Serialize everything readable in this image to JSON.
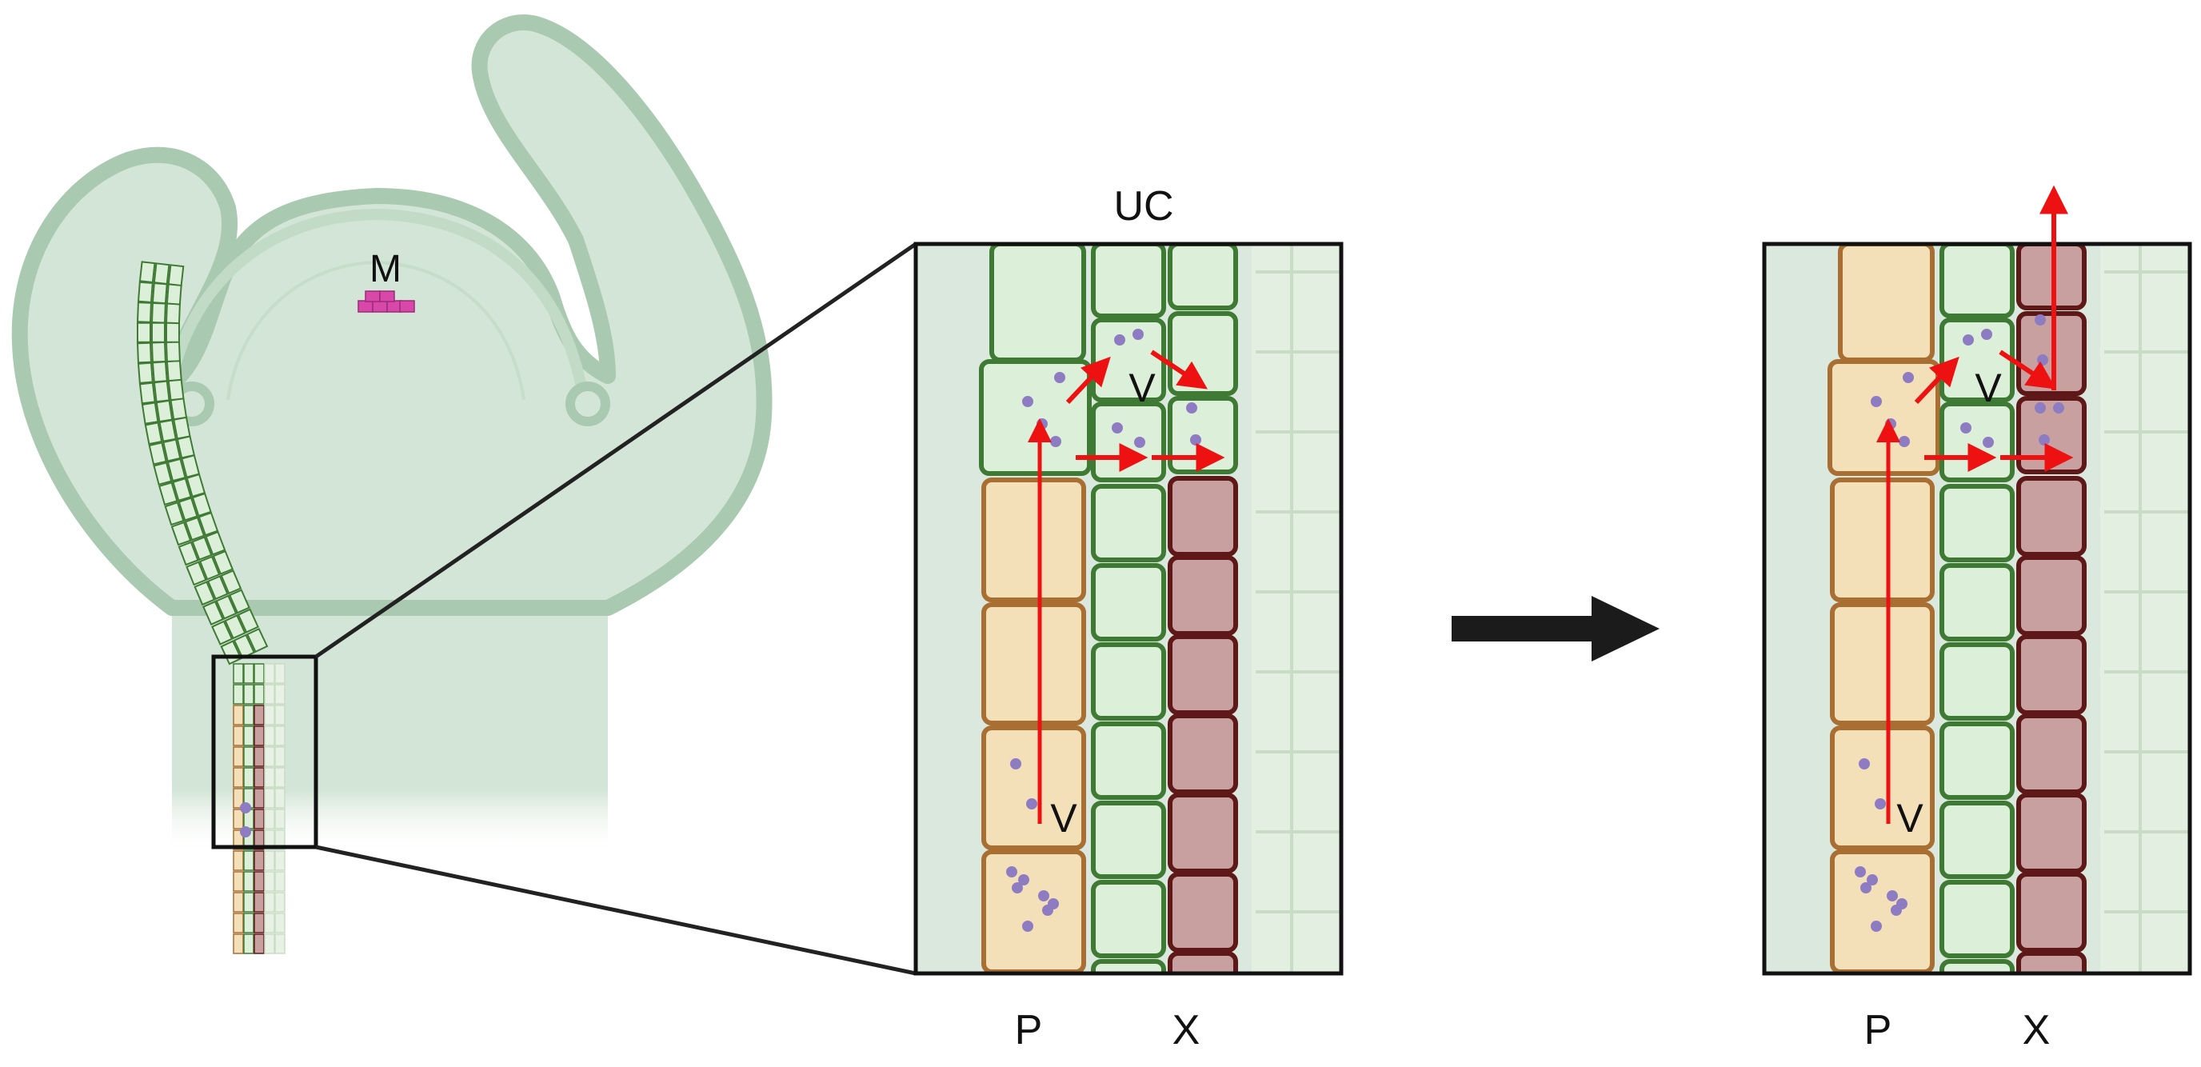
{
  "labels": {
    "meristem": "M",
    "uc": "UC",
    "v_upper_left": "V",
    "v_lower_left": "V",
    "v_upper_right": "V",
    "v_lower_right": "V",
    "p_left": "P",
    "x_left": "X",
    "p_right": "P",
    "x_right": "X"
  },
  "colors": {
    "plant_fill": "#d3e5d6",
    "plant_outline": "#a9c9b0",
    "green_cell_fill": "#dcefd8",
    "green_cell_stroke": "#3f7a34",
    "phloem_fill": "#f3e0b8",
    "phloem_stroke": "#a86e32",
    "xylem_fill": "#c9a0a0",
    "xylem_stroke": "#5e1818",
    "virus": "#8e7cc3",
    "arrow_red": "#ee1111",
    "meristem": "#d848a8",
    "big_arrow": "#1b1b1b"
  },
  "icons": {
    "transition": "right-arrow-icon",
    "movement": "red-arrow-icon",
    "particle": "virus-particle-icon"
  }
}
